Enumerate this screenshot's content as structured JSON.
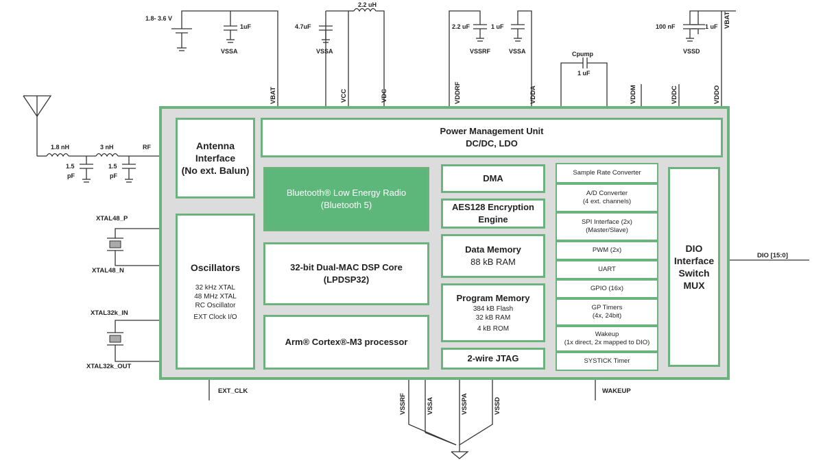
{
  "chip": {
    "antenna_interface": {
      "title": "Antenna",
      "line2": "Interface",
      "line3": "(No ext. Balun)"
    },
    "pmu": {
      "title": "Power Management Unit",
      "subtitle": "DC/DC, LDO"
    },
    "ble_radio": {
      "title": "Bluetooth® Low Energy Radio",
      "subtitle": "(Bluetooth 5)"
    },
    "dma": "DMA",
    "aes": {
      "line1": "AES128 Encryption",
      "line2": "Engine"
    },
    "data_memory": {
      "title": "Data Memory",
      "subtitle": "88 kB RAM"
    },
    "program_memory": {
      "title": "Program Memory",
      "items": [
        "384 kB Flash",
        "32 kB RAM",
        "4 kB ROM"
      ]
    },
    "jtag": "2-wire JTAG",
    "dsp": {
      "title": "32-bit Dual-MAC DSP Core",
      "subtitle": "(LPDSP32)"
    },
    "arm": "Arm® Cortex®-M3 processor",
    "oscillators": {
      "title": "Oscillators",
      "items": [
        "32 kHz XTAL",
        "48 MHz XTAL",
        "RC Oscillator",
        "EXT Clock I/O"
      ]
    },
    "dio_mux": [
      "DIO",
      "Interface",
      "Switch",
      "MUX"
    ],
    "peripherals": [
      {
        "line1": "Sample Rate Converter",
        "line2": ""
      },
      {
        "line1": "A/D Converter",
        "line2": "(4 ext. channels)"
      },
      {
        "line1": "SPI Interface (2x)",
        "line2": "(Master/Slave)"
      },
      {
        "line1": "PWM (2x)",
        "line2": ""
      },
      {
        "line1": "UART",
        "line2": ""
      },
      {
        "line1": "GPIO (16x)",
        "line2": ""
      },
      {
        "line1": "GP Timers",
        "line2": "(4x, 24bit)"
      },
      {
        "line1": "Wakeup",
        "line2": "(1x direct, 2x mapped to DIO)"
      },
      {
        "line1": "SYSTICK Timer",
        "line2": ""
      }
    ]
  },
  "top_pins": {
    "vbat": "VBAT",
    "vcc": "VCC",
    "vdc": "VDC",
    "vddrf": "VDDRF",
    "vdda": "VDDA",
    "vddm": "VDDM",
    "vddc": "VDDC",
    "vddo": "VDDO",
    "vbat_right": "VBAT"
  },
  "top_components": {
    "supply": "1.8- 3.6 V",
    "cap_1uf_a": "1uF",
    "vssa_1": "VSSA",
    "cap_4_7uf": "4.7uF",
    "vssa_2": "VSSA",
    "inductor": "2.2 uH",
    "cap_2_2uf": "2.2 uF",
    "vssrf": "VSSRF",
    "cap_1uf_b": "1 uF",
    "vssa_3": "VSSA",
    "cpump": "Cpump",
    "cpump_value": "1 uF",
    "cap_100nf": "100 nF",
    "cap_1uf_c": "1 uF",
    "vssd": "VSSD"
  },
  "rf_network": {
    "l1": "1.8 nH",
    "l2": "3 nH",
    "rf": "RF",
    "c1": "1.5",
    "c1_unit": "pF",
    "c2": "1.5",
    "c2_unit": "pF"
  },
  "left_pins": {
    "xtal48_p": "XTAL48_P",
    "xtal48_n": "XTAL48_N",
    "xtal32k_in": "XTAL32k_IN",
    "xtal32k_out": "XTAL32k_OUT"
  },
  "bottom_pins": {
    "ext_clk": "EXT_CLK",
    "wakeup": "WAKEUP",
    "vssrf": "VSSRF",
    "vssa": "VSSA",
    "vsspa": "VSSPA",
    "vssd": "VSSD"
  },
  "right_pins": {
    "dio": "DIO [15:0]"
  }
}
